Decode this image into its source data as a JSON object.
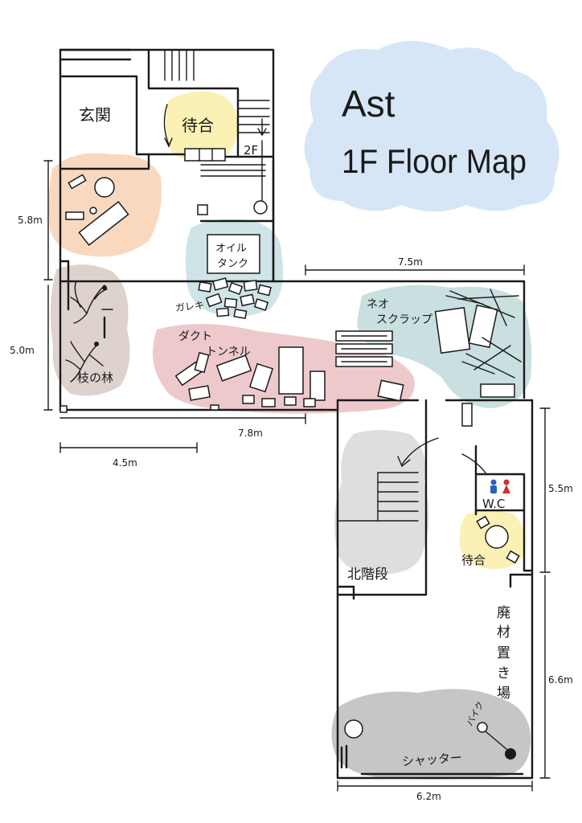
{
  "title": {
    "line1": "Ast",
    "line2": "1F Floor Map"
  },
  "rooms": {
    "entrance": "玄関",
    "waiting_top": "待合",
    "second_floor": "2F",
    "oil_tank_1": "オイル",
    "oil_tank_2": "タンク",
    "rubble": "ガレキ",
    "neo_scrap_1": "ネオ",
    "neo_scrap_2": "スクラップ",
    "duct_tunnel_1": "ダクト",
    "duct_tunnel_2": "トンネル",
    "branch_forest": "枝の林",
    "north_stairs": "北階段",
    "wc": "W.C",
    "waiting_bottom": "待合",
    "scrap_storage": [
      "廃",
      "材",
      "置",
      "き",
      "場"
    ],
    "bike": "バイク",
    "shutter": "シャッター"
  },
  "dimensions": {
    "d58": "5.8m",
    "d50": "5.0m",
    "d75": "7.5m",
    "d78": "7.8m",
    "d45": "4.5m",
    "d55": "5.5m",
    "d66": "6.6m",
    "d62": "6.2m"
  },
  "colors": {
    "title_cloud": "#d6e6f7",
    "entrance_zone": "#f8d9c0",
    "waiting_zone": "#fbf1b5",
    "oil_zone": "#cfe4e6",
    "forest_zone": "#ddd2cd",
    "duct_zone": "#eec9cc",
    "scrap_zone": "#c9dfe0",
    "stairs_zone": "#dedede",
    "shutter_zone": "#c6c6c6",
    "wc_male": "#2f5fb5",
    "wc_female": "#d03030"
  }
}
